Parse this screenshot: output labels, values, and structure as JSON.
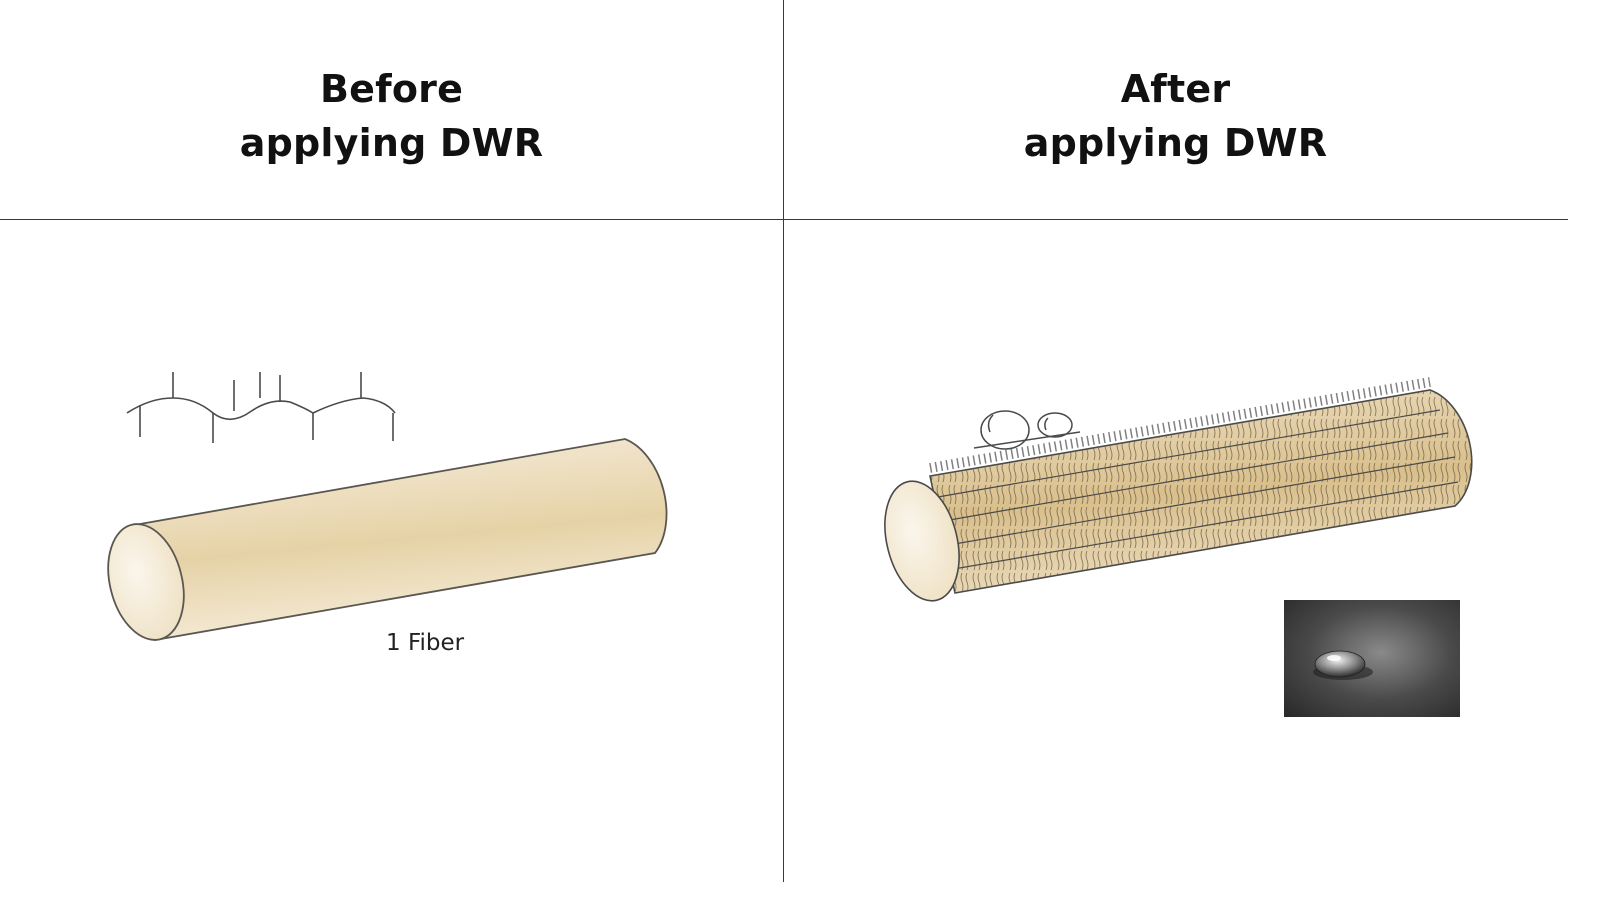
{
  "before": {
    "title_line1": "Before",
    "title_line2": "applying DWR",
    "fiber_label": "1 Fiber"
  },
  "after": {
    "title_line1": "After",
    "title_line2": "applying DWR"
  },
  "colors": {
    "fiber_light": "#f7efdf",
    "fiber_mid": "#e6d2a6",
    "fiber_outline": "#5a5650",
    "grid_line": "#3a3a3a",
    "photo_dark": "#3d3d3d"
  }
}
